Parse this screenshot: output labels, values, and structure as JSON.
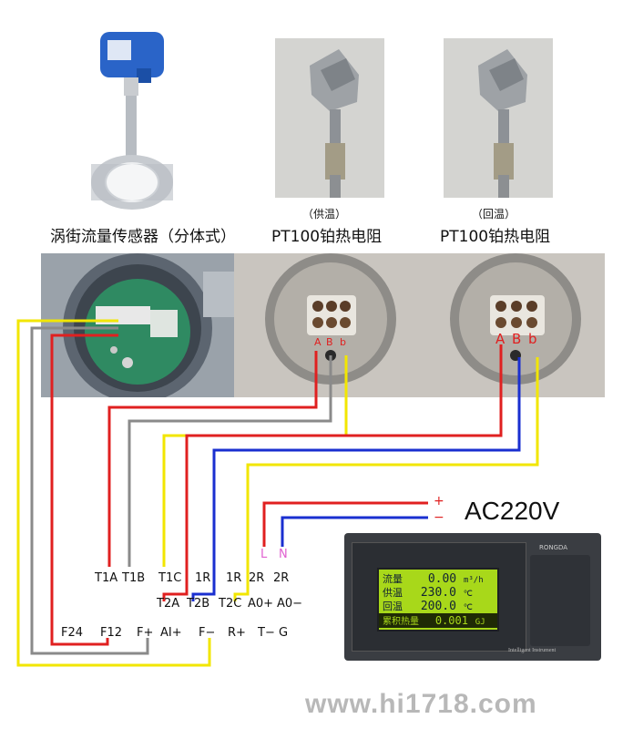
{
  "captions": {
    "vortex_sensor": "涡街流量传感器（分体式）",
    "supply_note": "（供温）",
    "supply_sensor": "PT100铂热电阻",
    "return_note": "（回温）",
    "return_sensor": "PT100铂热电阻"
  },
  "sensor_letters": {
    "supply": [
      "A",
      "B",
      "b"
    ],
    "return": [
      "A",
      "B",
      "b"
    ]
  },
  "power": {
    "label": "AC220V",
    "plus": "+",
    "minus": "−",
    "l": "L",
    "n": "N"
  },
  "terminals": {
    "row1": [
      "T1A",
      "T1B",
      "T1C",
      "1R",
      "1R",
      "2R",
      "2R"
    ],
    "row2": [
      "T2A",
      "T2B",
      "T2C",
      "A0+",
      "A0−"
    ],
    "row3": [
      "F24",
      "F12",
      "F+",
      "AI+",
      "F−",
      "R+",
      "T−",
      "G"
    ]
  },
  "instrument": {
    "brand": "RONGDA",
    "bottom_label": "Intelligent Instrument",
    "lcd": [
      {
        "label": "流量",
        "value": "0.00",
        "unit": "m³/h"
      },
      {
        "label": "供温",
        "value": "230.0",
        "unit": "℃"
      },
      {
        "label": "回温",
        "value": "200.0",
        "unit": "℃"
      },
      {
        "label": "累积热量",
        "value": "0.001",
        "unit": "GJ"
      }
    ]
  },
  "watermark": "www.hi1718.com",
  "colors": {
    "red": "#e02020",
    "gray": "#8a8a8a",
    "yellow": "#f2e600",
    "blue": "#1a2fd0",
    "pink": "#e060d0"
  }
}
